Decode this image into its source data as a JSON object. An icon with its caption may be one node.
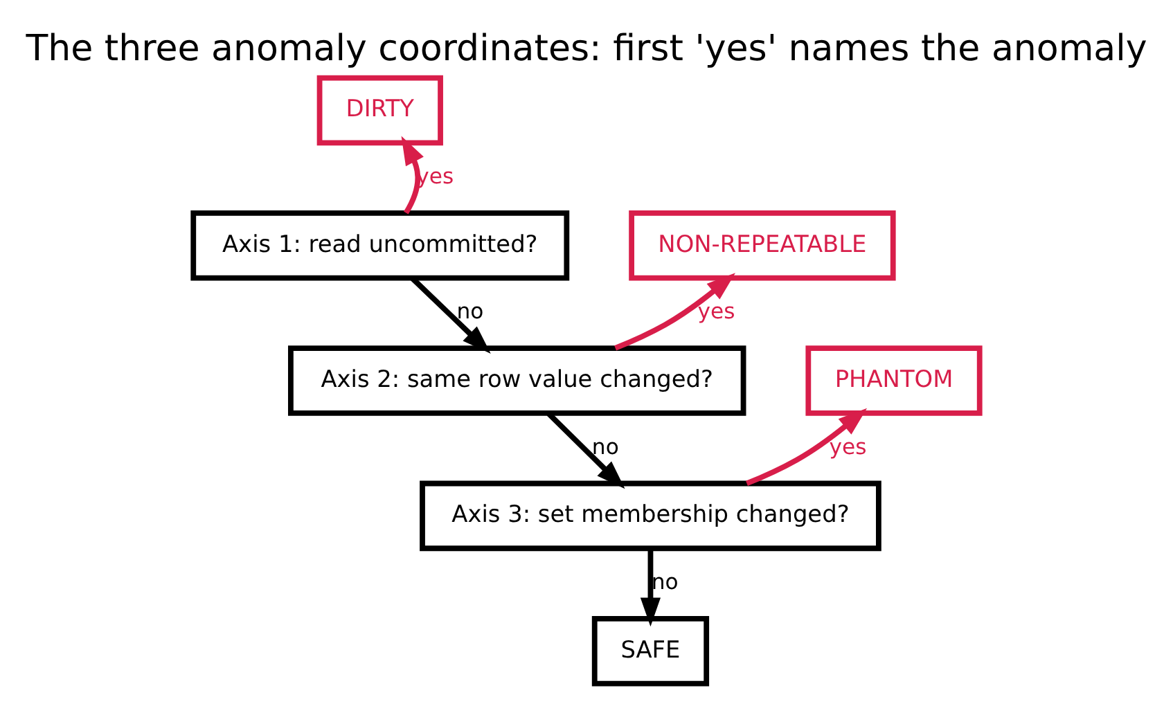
{
  "diagram": {
    "title": "The three anomaly coordinates: first 'yes' names the anomaly",
    "nodes": [
      {
        "text": [
          "DIRTY"
        ]
      },
      {
        "text": [
          "Axis 1: read uncommitted?"
        ]
      },
      {
        "text": [
          "NON-REPEATABLE"
        ]
      },
      {
        "text": [
          "Axis 2: same row value changed?"
        ]
      },
      {
        "text": [
          "PHANTOM"
        ]
      },
      {
        "text": [
          "Axis 3: set membership changed?"
        ]
      },
      {
        "text": [
          "SAFE"
        ]
      }
    ],
    "edges": [
      {
        "from": 1,
        "to": 0,
        "arrow": "to",
        "label": "yes",
        "color": "#d81e4a"
      },
      {
        "from": 1,
        "to": 3,
        "arrow": "to",
        "label": "no",
        "color": "#000000"
      },
      {
        "from": 3,
        "to": 2,
        "arrow": "to",
        "label": "yes",
        "color": "#d81e4a"
      },
      {
        "from": 3,
        "to": 5,
        "arrow": "to",
        "label": "no",
        "color": "#000000"
      },
      {
        "from": 5,
        "to": 4,
        "arrow": "to",
        "label": "yes",
        "color": "#d81e4a"
      },
      {
        "from": 5,
        "to": 6,
        "arrow": "to",
        "label": "no",
        "color": "#000000"
      }
    ]
  }
}
